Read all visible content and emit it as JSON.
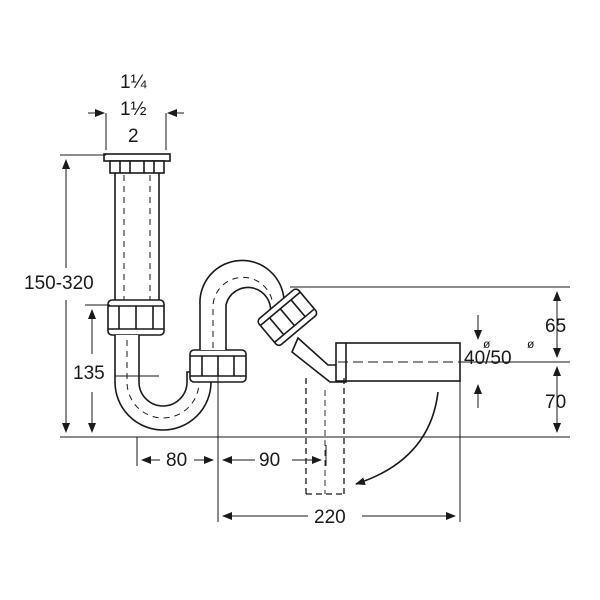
{
  "labels": {
    "size_quarter": "1¼",
    "size_half": "1½",
    "size_two": "2",
    "height_range": "150-320",
    "height_135": "135",
    "width_80": "80",
    "width_90": "90",
    "width_220": "220",
    "height_65": "65",
    "height_70": "70",
    "outlet_diameter": "40/50",
    "diameter_symbol": "ø"
  },
  "colors": {
    "line": "#1a1a1a",
    "pipe_fill": "#ffffff",
    "background": "#ffffff"
  }
}
